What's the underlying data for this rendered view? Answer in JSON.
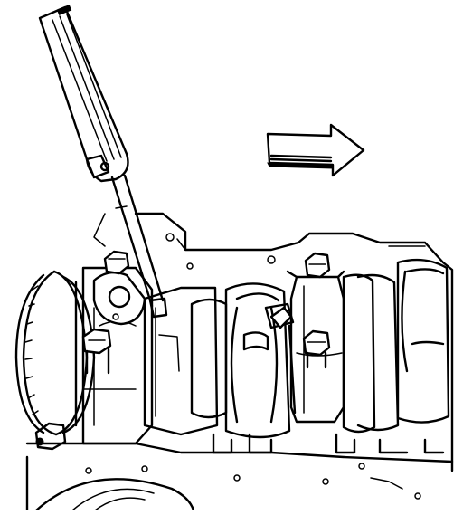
{
  "figure": {
    "kind": "line-art technical illustration",
    "colors": {
      "ink": "#000000",
      "paper": "#ffffff"
    },
    "direction_arrow": {
      "points": "right"
    },
    "parts": [
      "pry-bar-tool",
      "direction-arrow",
      "engine-block",
      "harmonic-balancer",
      "crankshaft",
      "main-bearing-cap",
      "main-cap-bolt"
    ]
  }
}
